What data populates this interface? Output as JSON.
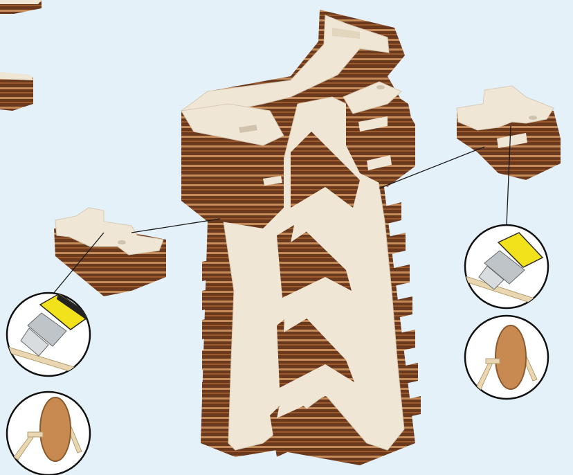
{
  "diagram": {
    "colors": {
      "background": "#e4f1f9",
      "wood_face": "#efe6d6",
      "wood_edge_dark": "#6b3a1e",
      "wood_edge_mid": "#9a5a2c",
      "wood_edge_light": "#c48a57",
      "leader_line": "#1a1a1a",
      "cutter_body": "#f2e21b",
      "cutter_blade": "#bfc4c8",
      "disk": "#c98a52",
      "stick": "#e8d7b0",
      "circle_stroke": "#111111"
    },
    "parts": [
      "tower-frame",
      "left-connector-piece",
      "right-connector-piece",
      "top-left-fragment",
      "mid-left-fragment"
    ],
    "callouts": [
      {
        "name": "left-cutter-callout",
        "icon": "utility-knife-icon"
      },
      {
        "name": "left-wheel-callout",
        "icon": "wheel-disk-icon"
      },
      {
        "name": "right-cutter-callout",
        "icon": "utility-knife-icon"
      },
      {
        "name": "right-wheel-callout",
        "icon": "wheel-disk-icon"
      }
    ]
  }
}
